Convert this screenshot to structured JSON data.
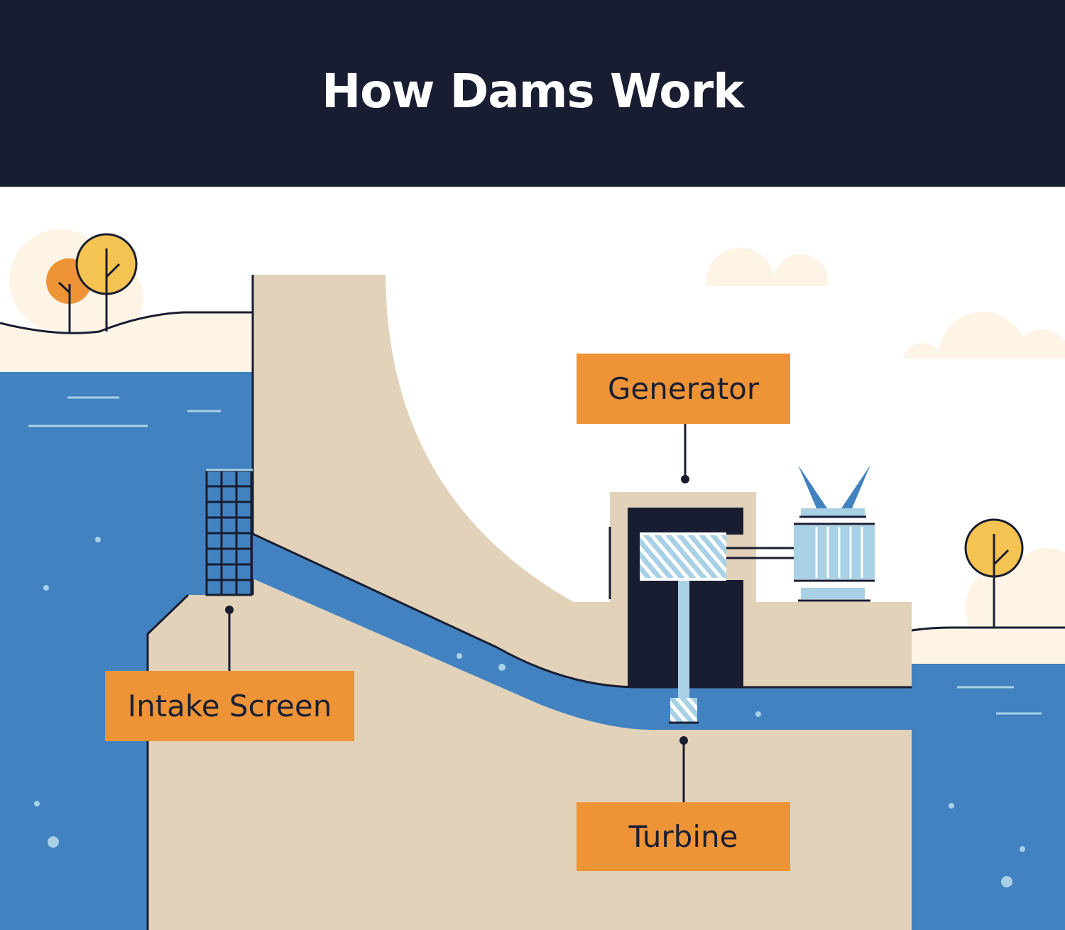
{
  "header": {
    "title": "How Dams Work"
  },
  "labels": {
    "generator": "Generator",
    "intake_screen": "Intake Screen",
    "turbine": "Turbine"
  },
  "colors": {
    "header_bg": "#181d31",
    "water": "#4282c0",
    "concrete": "#e1d2b9",
    "sand": "#fdf4e5",
    "label_bg": "#ee9437",
    "machine_dark": "#181d31",
    "machine_light": "#a8d1e5",
    "tree_orange": "#ee9437",
    "tree_yellow": "#f5c352"
  }
}
